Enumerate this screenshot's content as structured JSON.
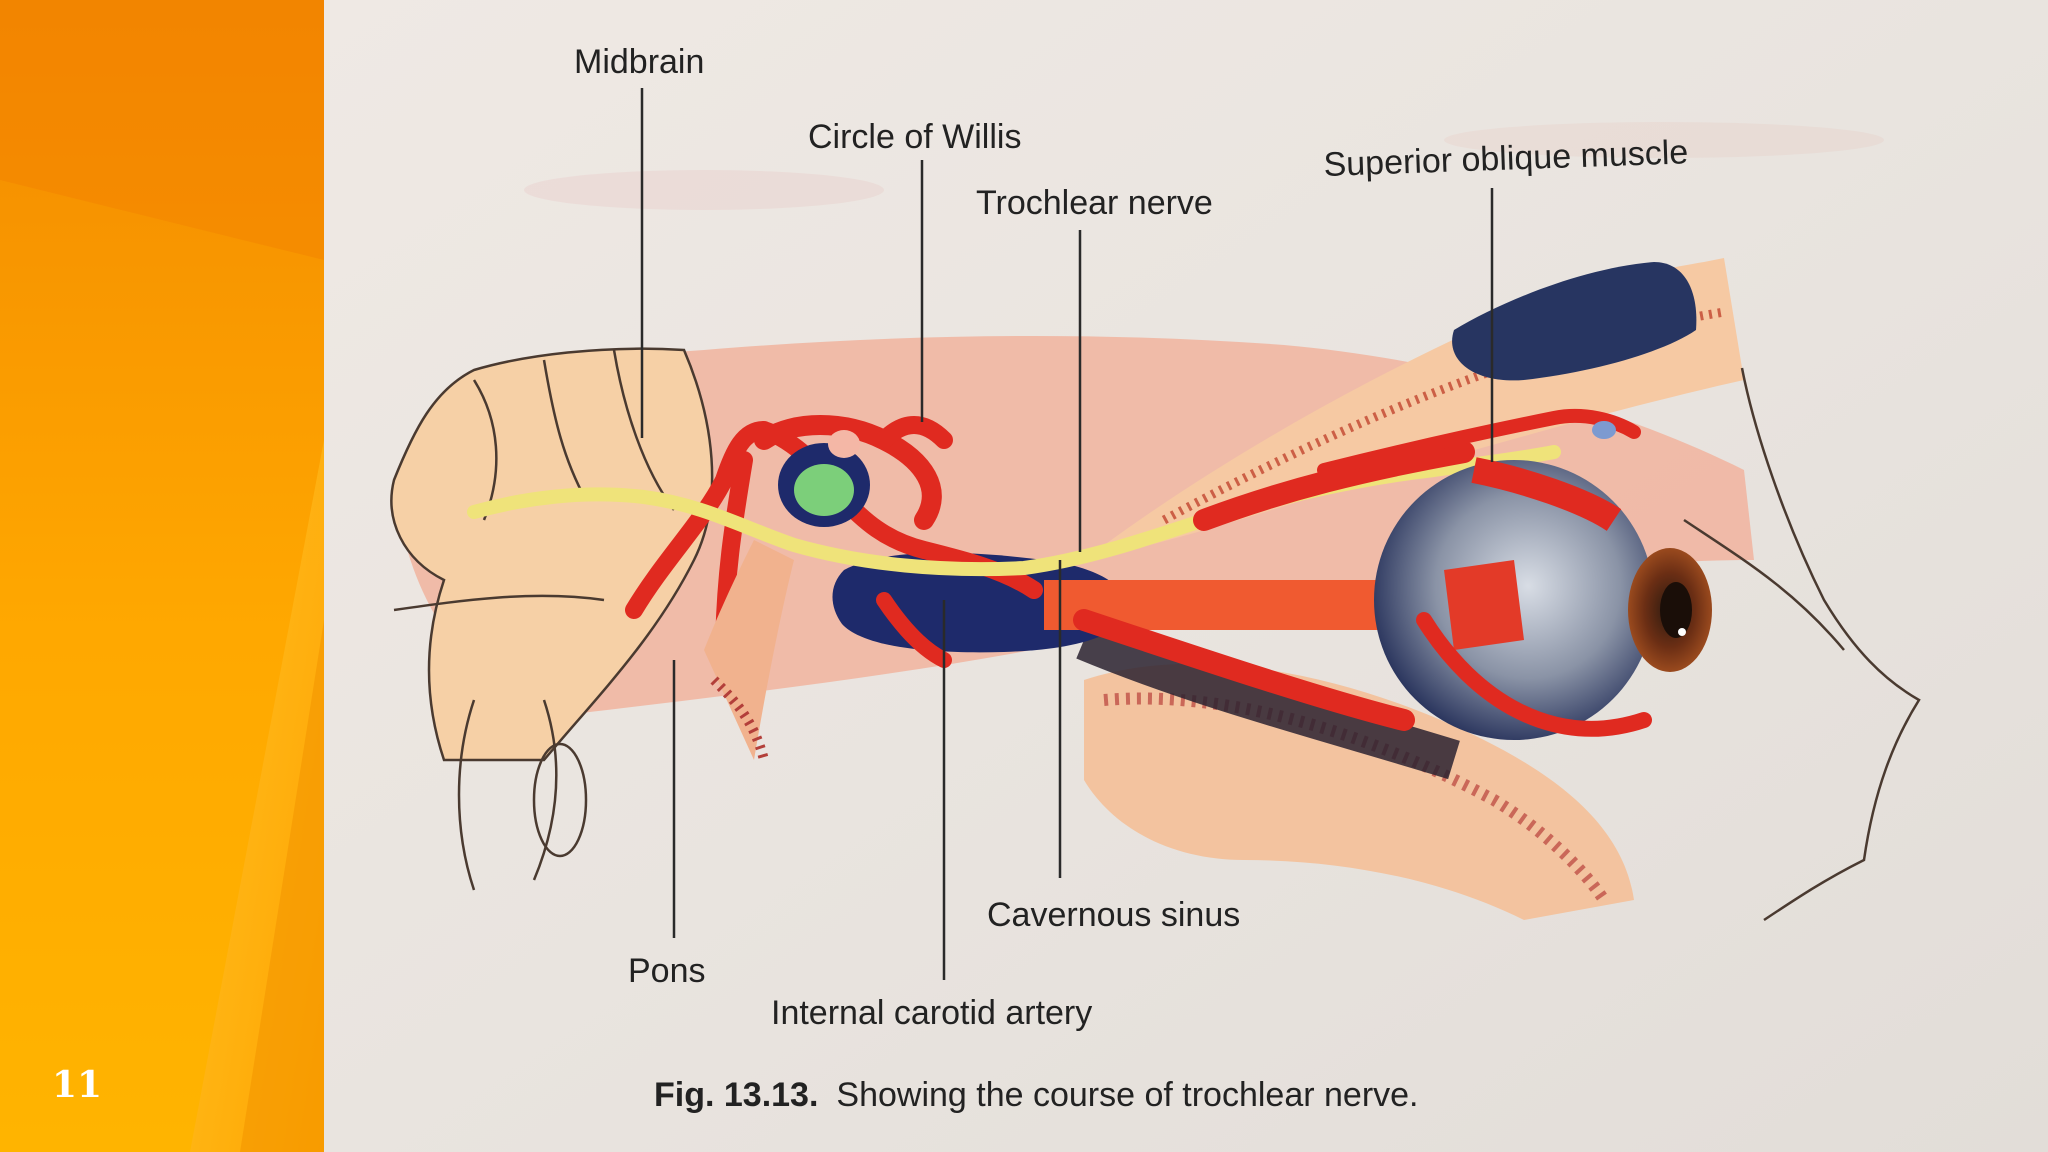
{
  "slide": {
    "number": "11",
    "accent_colors": [
      "#f08400",
      "#ffb000",
      "#ffc52a"
    ]
  },
  "figure": {
    "labels": {
      "midbrain": "Midbrain",
      "circle_of_willis": "Circle of Willis",
      "trochlear_nerve": "Trochlear nerve",
      "superior_oblique_muscle": "Superior oblique muscle",
      "cavernous_sinus": "Cavernous sinus",
      "pons": "Pons",
      "internal_carotid_artery": "Internal carotid artery"
    },
    "caption": {
      "number": "Fig. 13.13.",
      "text": "Showing the course of trochlear nerve."
    }
  }
}
